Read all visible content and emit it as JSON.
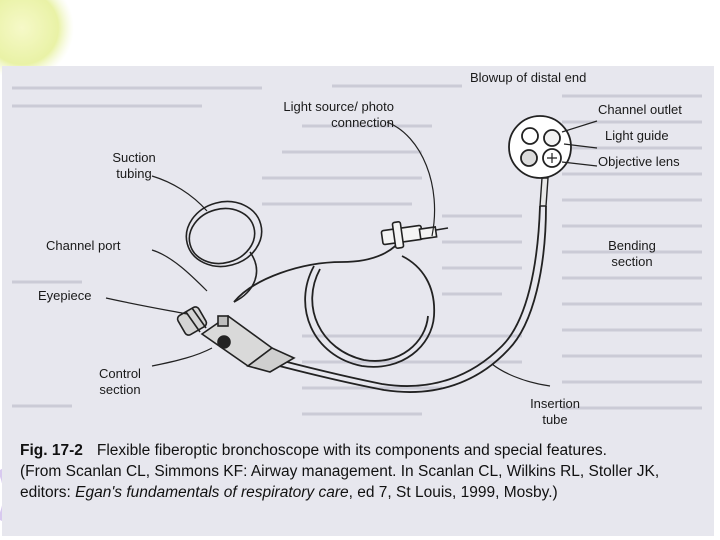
{
  "figure": {
    "labels": {
      "light_source": "Light source/ photo connection",
      "suction_tubing": "Suction tubing",
      "channel_port": "Channel port",
      "eyepiece": "Eyepiece",
      "control_section": "Control section",
      "blowup": "Blowup of distal end",
      "channel_outlet": "Channel outlet",
      "light_guide": "Light guide",
      "objective_lens": "Objective lens",
      "bending_section": "Bending section",
      "insertion_tube": "Insertion tube"
    },
    "caption": {
      "fig_number": "Fig. 17-2",
      "title": "Flexible fiberoptic bronchoscope with its components and special features.",
      "source_part1": "(From Scanlan CL, Simmons KF: Airway management. In Scanlan CL, Wilkins RL, Stoller JK, editors: ",
      "source_book": "Egan's fundamentals of respiratory care",
      "source_part2": ", ed 7, St Louis, 1999, Mosby.)"
    }
  }
}
